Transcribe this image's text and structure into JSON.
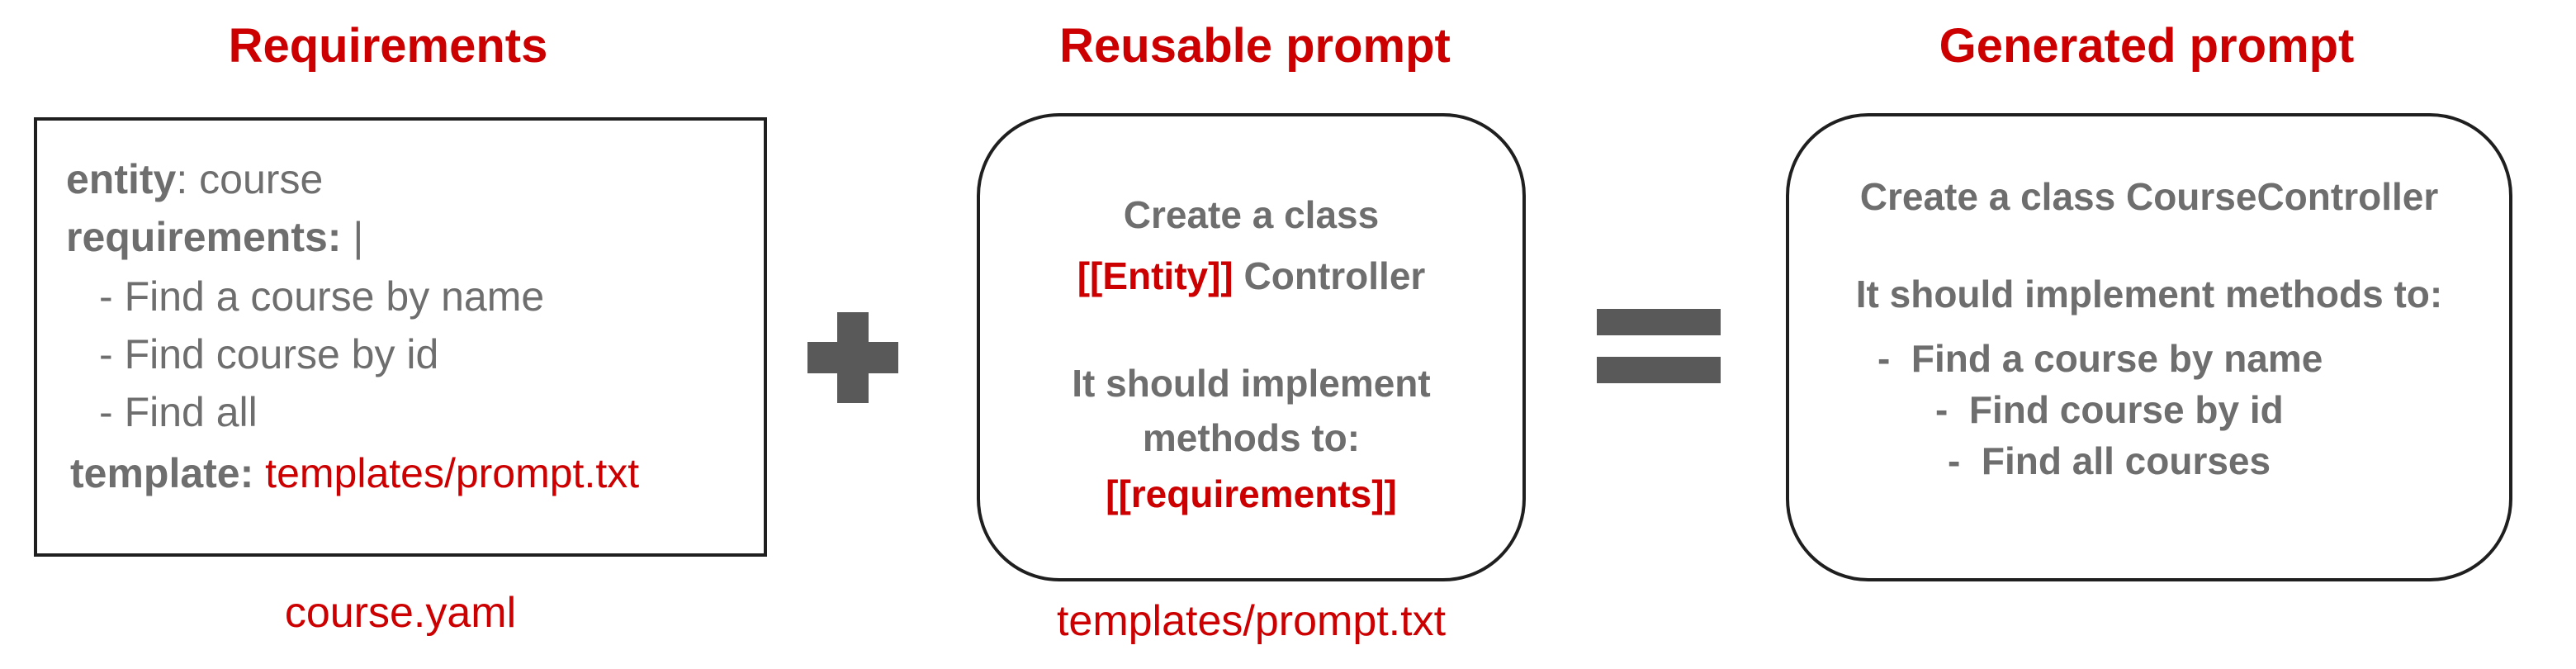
{
  "headings": {
    "requirements": "Requirements",
    "reusable": "Reusable prompt",
    "generated": "Generated prompt"
  },
  "yaml_file": {
    "entity_key": "entity",
    "entity_sep": ":",
    "entity_value": "course",
    "requirements_key": "requirements:",
    "requirements_value": "|",
    "items": [
      {
        "dash": "-",
        "text": "Find a course by name"
      },
      {
        "dash": "-",
        "text": "Find course by id"
      },
      {
        "dash": "-",
        "text": "Find all"
      }
    ],
    "template_key": "template:",
    "template_value": "templates/prompt.txt",
    "caption": "course.yaml"
  },
  "operators": {
    "plus": "plus-icon",
    "equals": "equals-icon"
  },
  "reusable_prompt": {
    "line1": "Create  a class",
    "entity_placeholder": "[[Entity]]",
    "controller": "Controller",
    "line3": "It should implement",
    "line4": "methods to:",
    "requirements_placeholder": "[[requirements]]",
    "caption": "templates/prompt.txt"
  },
  "generated_prompt": {
    "line1": "Create  a class  CourseController",
    "line2": "It should implement methods to:",
    "items": [
      {
        "dash": "-",
        "text": "Find a course by name"
      },
      {
        "dash": "-",
        "text": "Find course by id"
      },
      {
        "dash": "-",
        "text": "Find all courses"
      }
    ]
  },
  "colors": {
    "accent": "#cc0000",
    "text": "#6e6e6e",
    "operator": "#595959",
    "border": "#1f1f1f"
  }
}
